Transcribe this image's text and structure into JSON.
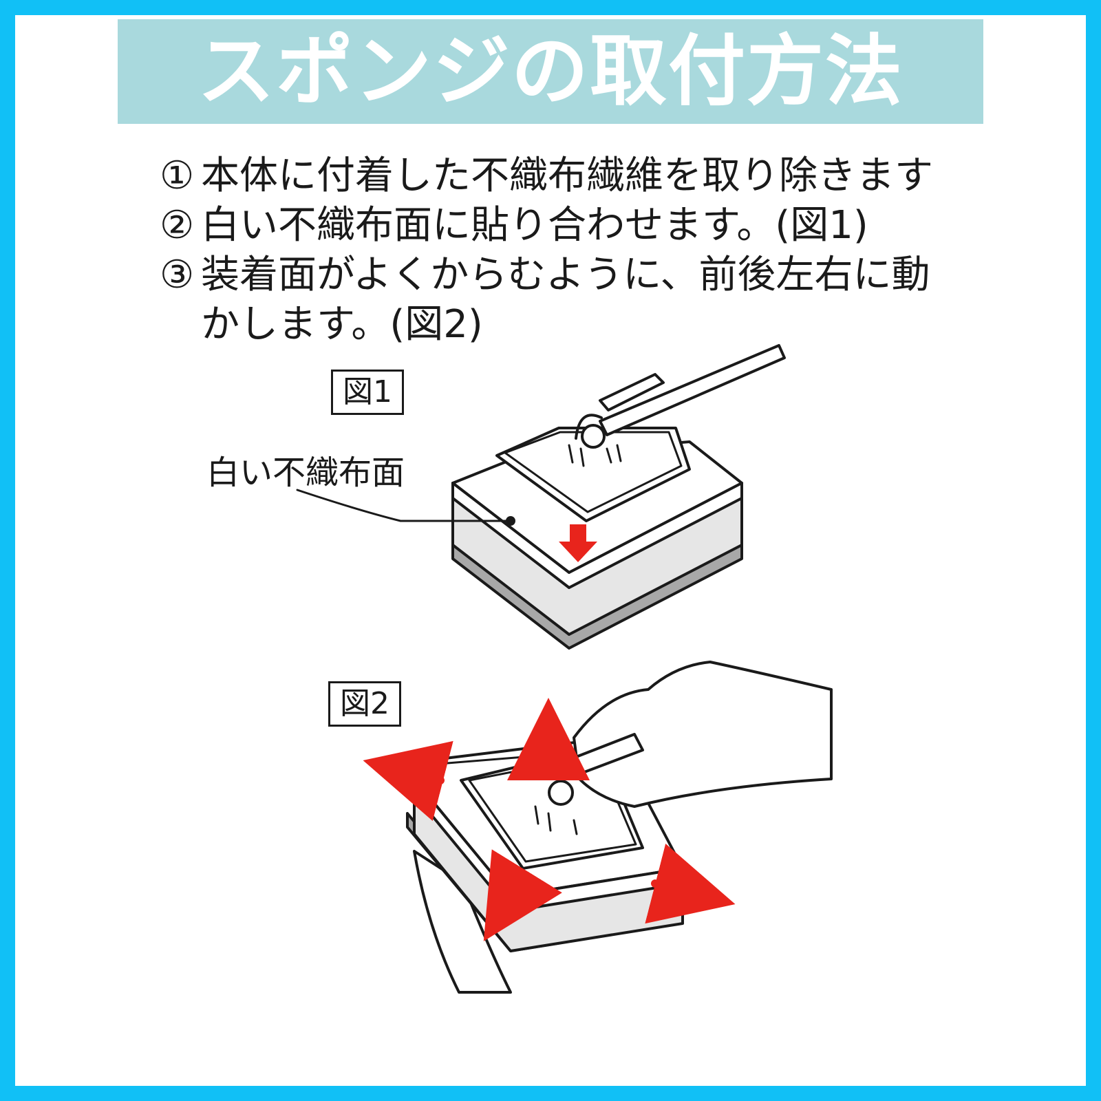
{
  "title": "スポンジの取付方法",
  "steps": [
    {
      "num": "①",
      "text": "本体に付着した不織布繊維を取り除きます"
    },
    {
      "num": "②",
      "text": "白い不織布面に貼り合わせます。(図1)"
    },
    {
      "num": "③",
      "text": "装着面がよくからむように、前後左右に動かします。(図2)"
    }
  ],
  "figure1": {
    "label": "図1",
    "callout": "白い不織布面"
  },
  "figure2": {
    "label": "図2"
  },
  "colors": {
    "border": "#11c0f6",
    "title_band": "#a9d9dd",
    "arrow": "#e8241c",
    "sponge_side": "#e6e6e6",
    "sponge_base": "#a8a8a8"
  }
}
